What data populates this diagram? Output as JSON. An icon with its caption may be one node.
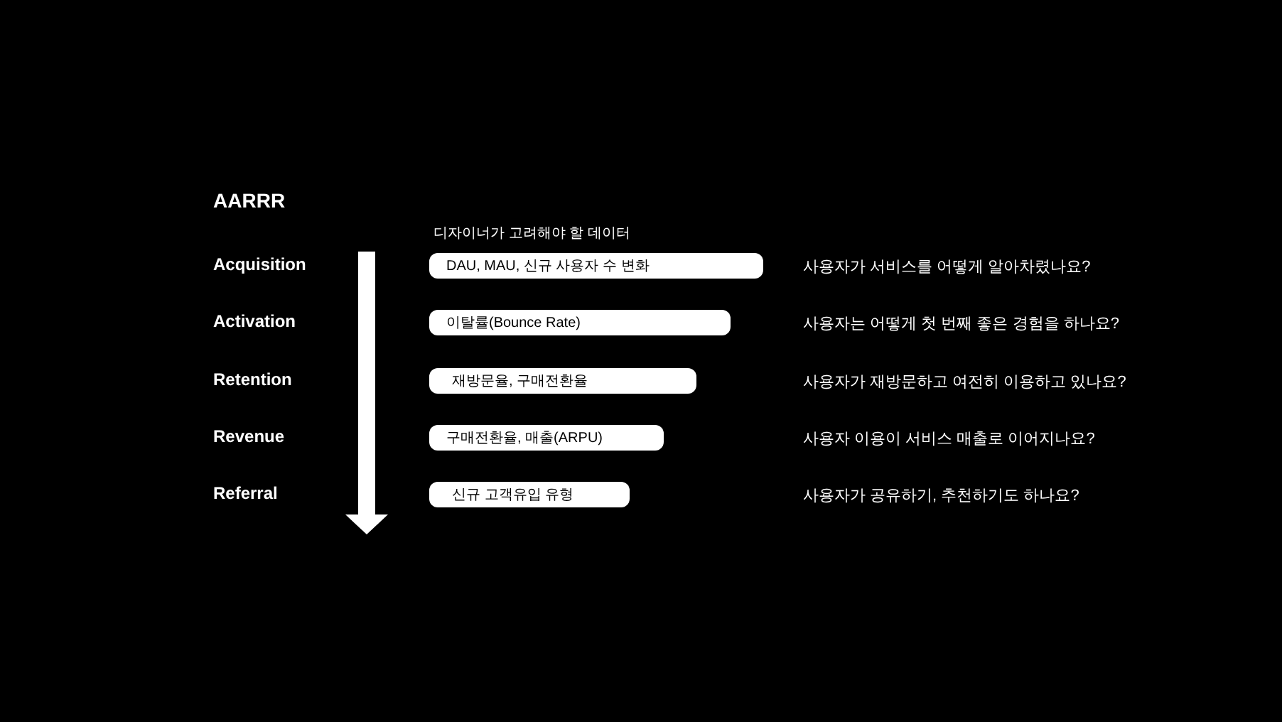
{
  "diagram": {
    "title": "AARRR",
    "nodes": [
      {
        "text": [
          "DAU, MAU, 신규 사용자 수 변화"
        ]
      },
      {
        "text": [
          "이탈률(Bounce Rate)"
        ]
      },
      {
        "text": [
          "재방문율, 구매전환율"
        ]
      },
      {
        "text": [
          "구매전환율, 매출(ARPU)"
        ]
      },
      {
        "text": [
          "신규 고객유입 유형"
        ]
      }
    ],
    "labels": [
      "디자이너가 고려해야 할 데이터",
      "Acquisition",
      "사용자가 서비스를 어떻게 알아차렸나요?",
      "Activation",
      "사용자는 어떻게 첫 번째 좋은 경험을 하나요?",
      "Retention",
      "사용자가 재방문하고 여전히 이용하고 있나요?",
      "Revenue",
      "사용자 이용이 서비스 매출로 이어지나요?",
      "Referral",
      "사용자가 공유하기, 추천하기도 하나요?"
    ]
  }
}
